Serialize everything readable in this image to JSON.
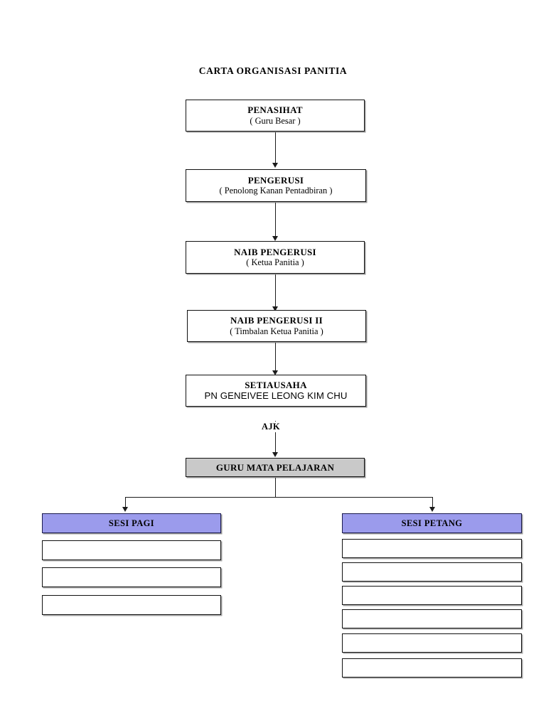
{
  "title": "CARTA ORGANISASI PANITIA",
  "colors": {
    "box_border": "#111111",
    "box_fill": "#ffffff",
    "highlight_grey": "#c9c9c9",
    "highlight_purple": "#9b9bec",
    "purple_border": "#1a1a4e",
    "connector": "#1b1b1b",
    "shadow": "#9a9a9a"
  },
  "hierarchy": [
    {
      "id": "penasihat",
      "title": "PENASIHAT",
      "subtitle": "( Guru Besar )"
    },
    {
      "id": "pengerusi",
      "title": "PENGERUSI",
      "subtitle": "( Penolong Kanan Pentadbiran )"
    },
    {
      "id": "naib-pengerusi",
      "title": "NAIB PENGERUSI",
      "subtitle": "( Ketua Panitia )"
    },
    {
      "id": "naib-pengerusi-2",
      "title": "NAIB PENGERUSI II",
      "subtitle": "( Timbalan Ketua Panitia )"
    },
    {
      "id": "setiausaha",
      "title": "SETIAUSAHA",
      "subtitle": "PN GENEIVEE LEONG KIM CHU"
    }
  ],
  "edge_labels": {
    "ajk": "AJK"
  },
  "committee": {
    "title": "GURU MATA PELAJARAN"
  },
  "sessions": [
    {
      "id": "sesi-pagi",
      "label": "SESI PAGI",
      "members": [
        "",
        "",
        ""
      ]
    },
    {
      "id": "sesi-petang",
      "label": "SESI PETANG",
      "members": [
        "",
        "",
        "",
        "",
        "",
        ""
      ]
    }
  ]
}
